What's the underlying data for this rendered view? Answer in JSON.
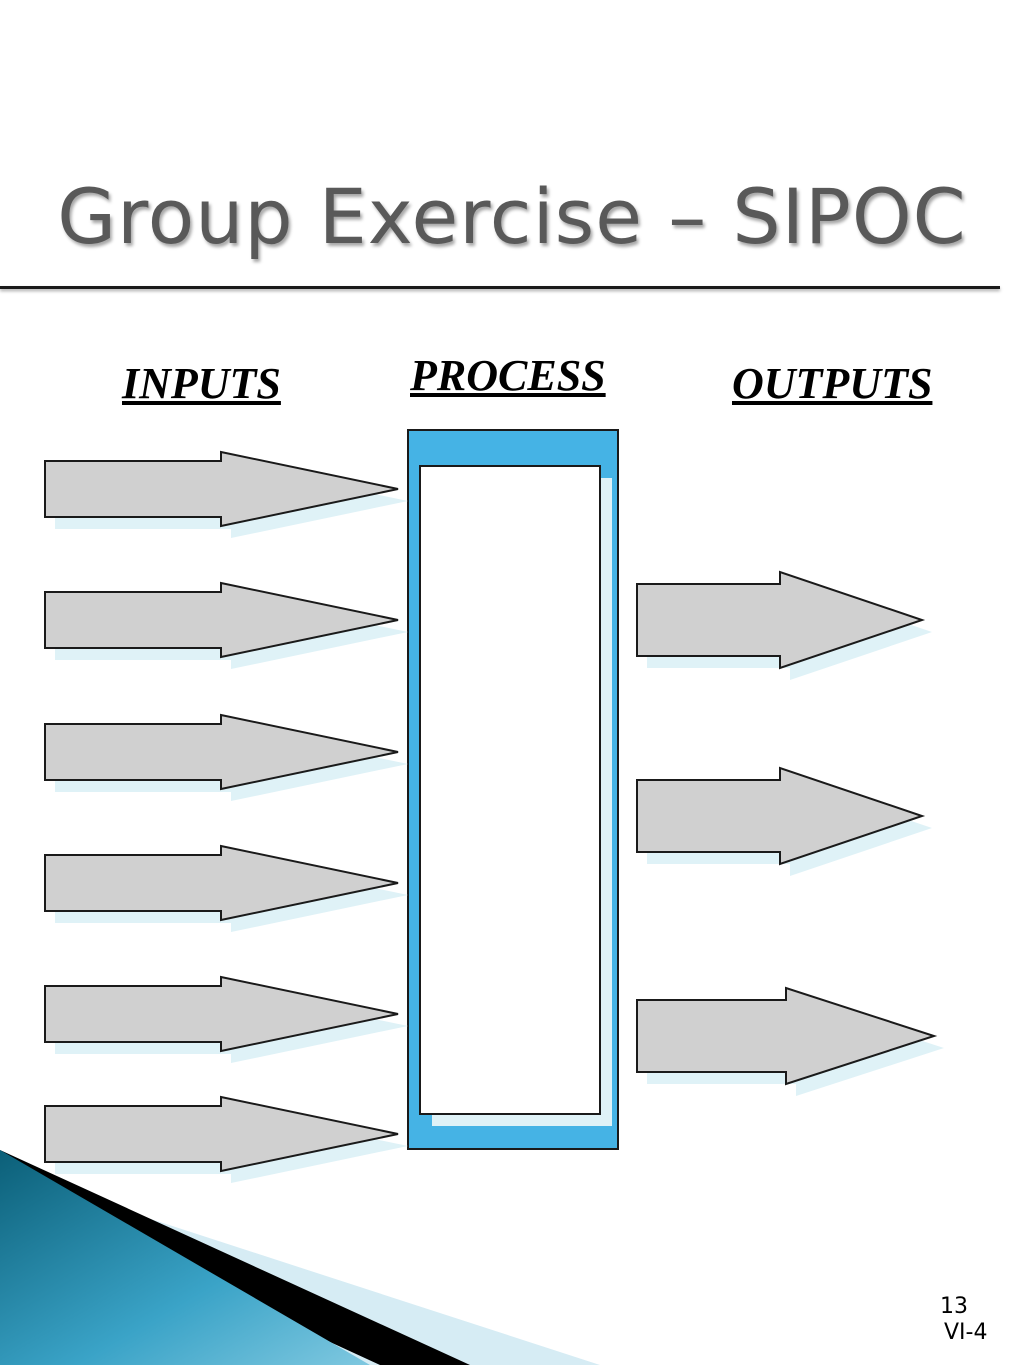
{
  "slide": {
    "title": "Group Exercise – SIPOC",
    "page_number": "13",
    "slide_code": "VI-4"
  },
  "columns": {
    "inputs": "INPUTS",
    "process": "PROCESS",
    "outputs": "OUTPUTS"
  },
  "diagram": {
    "input_arrow_count": 6,
    "output_arrow_count": 3,
    "colors": {
      "arrow_fill": "#d0d0d0",
      "arrow_shadow": "#dff2f7",
      "process_frame": "#45b3e5",
      "process_inner": "#ffffff",
      "outline": "#1a1a1a"
    }
  },
  "decoration": {
    "corner_colors": [
      "#0d6e8a",
      "#3aa3c7",
      "#000000",
      "#d6ecf4"
    ]
  }
}
